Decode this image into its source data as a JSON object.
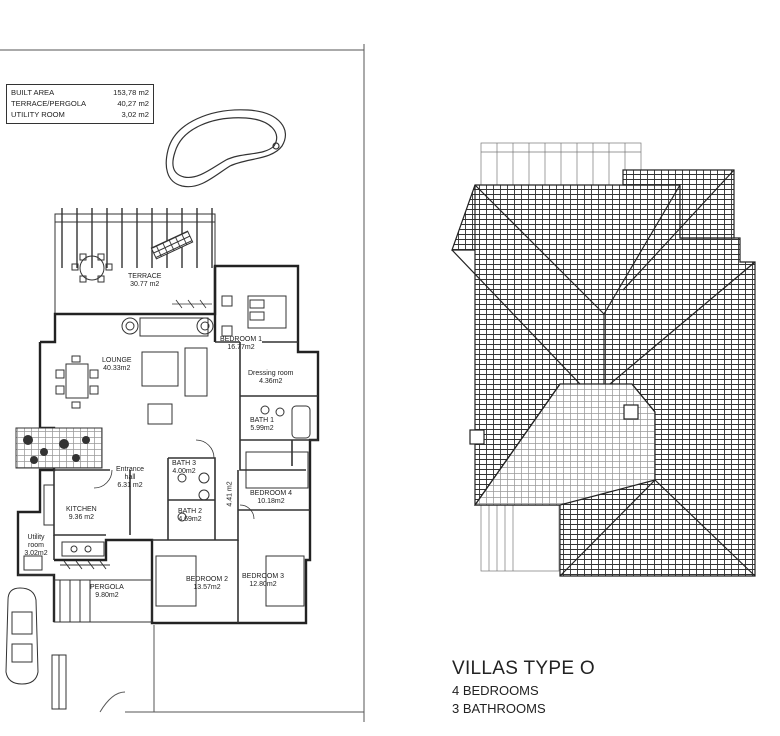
{
  "area_table": [
    {
      "label": "BUILT AREA",
      "value": "153,78 m2"
    },
    {
      "label": "TERRACE/PERGOLA",
      "value": "40,27 m2"
    },
    {
      "label": "UTILITY ROOM",
      "value": "3,02 m2"
    }
  ],
  "rooms": {
    "terrace": {
      "name": "TERRACE",
      "area": "30.77  m2"
    },
    "bedroom1": {
      "name": "BEDROOM 1",
      "area": "16.77m2"
    },
    "lounge": {
      "name": "LOUNGE",
      "area": "40.33m2"
    },
    "dressing": {
      "name": "Dressing room",
      "area": "4.36m2"
    },
    "bath1": {
      "name": "BATH 1",
      "area": "5.99m2"
    },
    "bath3": {
      "name": "BATH 3",
      "area": "4.00m2"
    },
    "entrance": {
      "name": "Entrance hall",
      "area": "6.31  m2"
    },
    "corridor": {
      "area": "4.41 m2"
    },
    "bedroom4": {
      "name": "BEDROOM 4",
      "area": "10.18m2"
    },
    "kitchen": {
      "name": "KITCHEN",
      "area": "9.36  m2"
    },
    "bath2": {
      "name": "BATH 2",
      "area": "4.69m2"
    },
    "utility": {
      "name": "Utility room",
      "area": "3.02m2"
    },
    "pergola": {
      "name": "PERGOLA",
      "area": "9.80m2"
    },
    "bedroom2": {
      "name": "BEDROOM 2",
      "area": "13.57m2"
    },
    "bedroom3": {
      "name": "BEDROOM 3",
      "area": "12.80m2"
    }
  },
  "title": {
    "name": "VILLAS TYPE O",
    "bedrooms": "4 BEDROOMS",
    "bathrooms": "3 BATHROOMS"
  }
}
